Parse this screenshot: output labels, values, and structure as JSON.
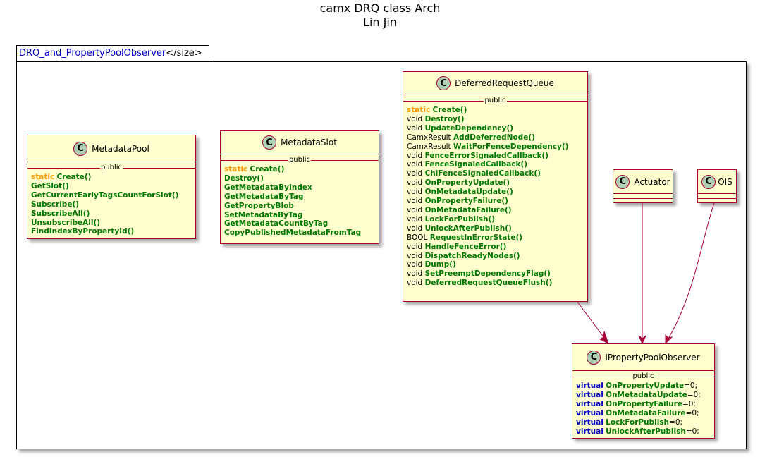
{
  "title_line1": "camx DRQ class Arch",
  "title_line2": "Lin Jin",
  "package": {
    "name": "DRQ_and_PropertyPoolObserver",
    "suffix": "</size>"
  },
  "colors": {
    "class_fill": "#fefece",
    "class_border": "#a80036",
    "circle_fill": "#add1b2",
    "static_keyword": "#ff9a00",
    "virtual_keyword": "#0000cc",
    "method_name": "#007700"
  },
  "classes": {
    "metadata_pool": {
      "icon": "C",
      "name": "MetadataPool",
      "section": "public",
      "members": [
        {
          "kw": "static",
          "fn": "Create()"
        },
        {
          "fn": "GetSlot()"
        },
        {
          "fn": "GetCurrentEarlyTagsCountForSlot()"
        },
        {
          "fn": "Subscribe()"
        },
        {
          "fn": "SubscribeAll()"
        },
        {
          "fn": "UnsubscribeAll()"
        },
        {
          "fn": "FindIndexByPropertyId()"
        }
      ]
    },
    "metadata_slot": {
      "icon": "C",
      "name": "MetadataSlot",
      "section": "public",
      "members": [
        {
          "kw": "static",
          "fn": "Create()"
        },
        {
          "fn": "Destroy()"
        },
        {
          "fn": "GetMetadataByIndex"
        },
        {
          "fn": "GetMetadataByTag"
        },
        {
          "fn": "GetPropertyBlob"
        },
        {
          "fn": "SetMetadataByTag"
        },
        {
          "fn": "GetMetadataCountByTag"
        },
        {
          "fn": "CopyPublishedMetadataFromTag"
        }
      ]
    },
    "deferred_request_queue": {
      "icon": "C",
      "name": "DeferredRequestQueue",
      "section": "public",
      "members": [
        {
          "kw": "static",
          "fn": "Create()"
        },
        {
          "tp": "void",
          "fn": "Destroy()"
        },
        {
          "tp": "void",
          "fn": "UpdateDependency()"
        },
        {
          "tp": "CamxResult",
          "fn": "AddDeferredNode()"
        },
        {
          "tp": "CamxResult",
          "fn": "WaitForFenceDependency()"
        },
        {
          "tp": "void",
          "fn": "FenceErrorSignaledCallback()"
        },
        {
          "tp": "void",
          "fn": "FenceSignaledCallback()"
        },
        {
          "tp": "void",
          "fn": "ChiFenceSignaledCallback()"
        },
        {
          "tp": "void",
          "fn": "OnPropertyUpdate()"
        },
        {
          "tp": "void",
          "fn": "OnMetadataUpdate()"
        },
        {
          "tp": "void",
          "fn": "OnPropertyFailure()"
        },
        {
          "tp": "void",
          "fn": "OnMetadataFailure()"
        },
        {
          "tp": "void",
          "fn": "LockForPublish()"
        },
        {
          "tp": "void",
          "fn": "UnlockAfterPublish()"
        },
        {
          "tp": "BOOL",
          "fn": "RequestInErrorState()"
        },
        {
          "tp": "void",
          "fn": "HandleFenceError()"
        },
        {
          "tp": "void",
          "fn": "DispatchReadyNodes()"
        },
        {
          "tp": "void",
          "fn": "Dump()"
        },
        {
          "tp": "void",
          "fn": "SetPreemptDependencyFlag()"
        },
        {
          "tp": "void",
          "fn": "DeferredRequestQueueFlush()"
        }
      ]
    },
    "actuator": {
      "icon": "C",
      "name": "Actuator"
    },
    "ois": {
      "icon": "C",
      "name": "OIS"
    },
    "iproperty_pool_observer": {
      "icon": "C",
      "name": "IPropertyPoolObserver",
      "section": "public",
      "members": [
        {
          "vk": "virtual",
          "fn": "OnPropertyUpdate",
          "sf": "=0;"
        },
        {
          "vk": "virtual",
          "fn": "OnMetadataUpdate",
          "sf": "=0;"
        },
        {
          "vk": "virtual",
          "fn": "OnPropertyFailure",
          "sf": "=0;"
        },
        {
          "vk": "virtual",
          "fn": "OnMetadataFailure",
          "sf": "=0;"
        },
        {
          "vk": "virtual",
          "fn": "LockForPublish",
          "sf": "=0;"
        },
        {
          "vk": "virtual",
          "fn": "UnlockAfterPublish",
          "sf": "=0;"
        }
      ]
    }
  }
}
